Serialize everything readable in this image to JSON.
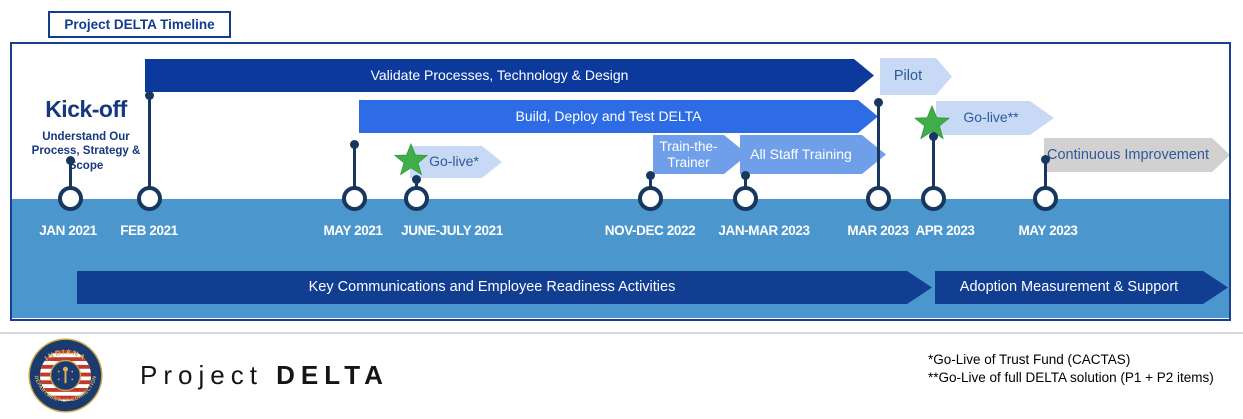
{
  "slide_title": "Project DELTA Timeline",
  "kickoff": {
    "title": "Kick-off",
    "subtitle": "Understand Our Process, Strategy & Scope"
  },
  "bars": {
    "validate": "Validate Processes, Technology & Design",
    "build": "Build, Deploy and Test DELTA",
    "pilot": "Pilot",
    "golive1": "Go-live*",
    "train_line1": "Train-the-",
    "train_line2": "Trainer",
    "all_staff": "All Staff Training",
    "golive2": "Go-live**",
    "continuous": "Continuous Improvement",
    "key_comms": "Key Communications and Employee Readiness Activities",
    "adoption": "Adoption Measurement & Support"
  },
  "milestones": [
    "JAN 2021",
    "FEB 2021",
    "MAY 2021",
    "JUNE-JULY 2021",
    "NOV-DEC 2022",
    "JAN-MAR 2023",
    "MAR 2023",
    "APR 2023",
    "MAY 2023"
  ],
  "footer": {
    "project_word": "Project",
    "project_name": "DELTA",
    "footnote1": "*Go-Live of Trust Fund (CACTAS)",
    "footnote2": "**Go-Live of full DELTA solution (P1 + P2 items)",
    "seal_top": "INDIANA",
    "seal_bottom": "DEPARTMENT OF CORRECTION"
  },
  "colors": {
    "navy_bar": "#0c3a9c",
    "bright_blue_bar": "#2d6ce5",
    "cornflower_bar": "#6f9fe8",
    "light_blue_bar": "#c8d9f6",
    "gray_bar": "#d2d0d0",
    "timeline_band": "#4a96cd",
    "connector_navy": "#17375e",
    "bottom_bar_navy": "#123e92",
    "star_green": "#3fae49",
    "title_navy": "#123d8f"
  }
}
